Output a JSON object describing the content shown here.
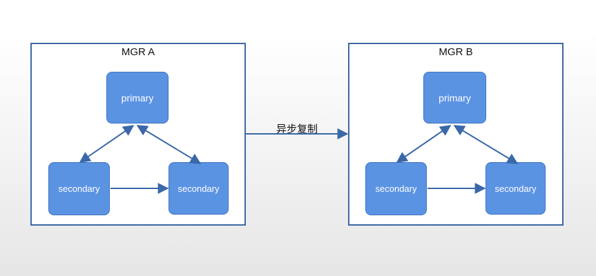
{
  "clusters": [
    {
      "title": "MGR A",
      "nodes": {
        "primary": "primary",
        "secondary_left": "secondary",
        "secondary_right": "secondary"
      }
    },
    {
      "title": "MGR B",
      "nodes": {
        "primary": "primary",
        "secondary_left": "secondary",
        "secondary_right": "secondary"
      }
    }
  ],
  "link_label": "异步复制",
  "colors": {
    "border": "#3f68a3",
    "node_fill": "#5b93e3",
    "arrow": "#3a68a8"
  }
}
